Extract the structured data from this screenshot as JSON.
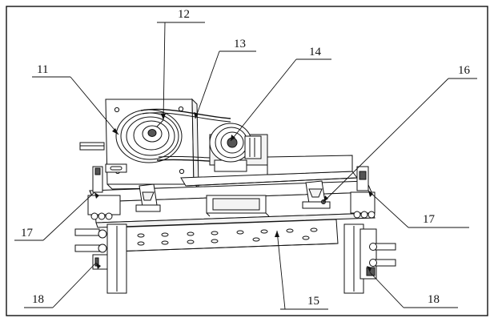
{
  "labels": {
    "l11": "11",
    "l12": "12",
    "l13": "13",
    "l14": "14",
    "l15": "15",
    "l16": "16",
    "l17_left": "17",
    "l17_right": "17",
    "l18_left": "18",
    "l18_right": "18"
  }
}
